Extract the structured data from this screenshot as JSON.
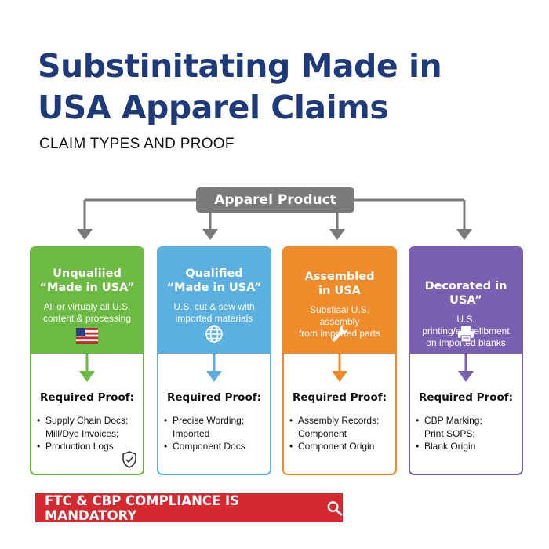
{
  "title": "Substinitating Made in USA Apparel Claims",
  "subtitle": "CLAIM TYPES AND PROOF",
  "root": "Apparel Product",
  "proof_label": "Required Proof:",
  "cards": [
    {
      "title": "Unqualiied\n“Made in USA”",
      "description": "All or virtualy all U.S.\ncontent & processing",
      "icon": "us-flag-icon",
      "color": "#6cb944",
      "proof": [
        "Supply Chain Docs;",
        "Mill/Dye Invoices;",
        "Production Logs"
      ]
    },
    {
      "title": "Qualified\n“Made in USA”",
      "description": "U.S. cut & sew with\nimported materials",
      "icon": "globe-icon",
      "color": "#5bb0df",
      "proof": [
        "Precise Wording;",
        "Imported",
        "Component Docs"
      ]
    },
    {
      "title": "Assembled\nin USA",
      "description": "Substiaal U.S. assembly\nfrom imported parts",
      "icon": "wrench-icon",
      "color": "#f08b2c",
      "proof": [
        "Assembly Records;",
        "Component",
        "Component Origin"
      ]
    },
    {
      "title": "Decorated in USA”",
      "description": "U.S. printing/embelibment\non imported blanks",
      "icon": "printer-icon",
      "color": "#7b5fb0",
      "proof": [
        "CBP Marking;",
        "Print SOPS;",
        "Blank Origin"
      ]
    }
  ],
  "banner": "FTC & CBP COMPLIANCE IS MANDATORY"
}
